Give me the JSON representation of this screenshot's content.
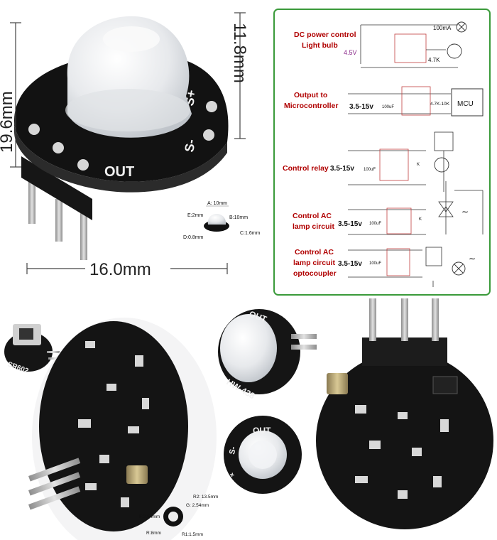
{
  "dimensions": {
    "height": "19.6mm",
    "lens_height": "11.8mm",
    "width": "16.0mm"
  },
  "board_silkscreen": {
    "out": "OUT",
    "plus": "+",
    "s_plus": "S+",
    "s_minus": "S-",
    "model": "HW-438",
    "sensor_model": "SR602"
  },
  "mini_dims_top": {
    "a": "A: 10mm",
    "b": "B:10mm",
    "c": "C:1.6mm",
    "d": "D:0.8mm",
    "e": "E:2mm"
  },
  "mini_dims_bottom": {
    "r2": "R2: 13.5mm",
    "g": "G: 2.54mm",
    "f": "F:2.54mm",
    "r": "R:8mm",
    "r1": "R1:1.5mm"
  },
  "circuits": [
    {
      "title_lines": [
        "DC power control",
        "Light bulb"
      ],
      "voltage": "4.5V",
      "extra": [
        "100mA",
        "4.7K"
      ]
    },
    {
      "title_lines": [
        "Output to",
        "Microcontroller"
      ],
      "voltage": "3.5-15v",
      "extra": [
        "100uF",
        "4.7K-10K",
        "MCU"
      ]
    },
    {
      "title_lines": [
        "Control relay"
      ],
      "voltage": "3.5-15v",
      "extra": [
        "100uF",
        "K"
      ]
    },
    {
      "title_lines": [
        "Control AC",
        "lamp circuit"
      ],
      "voltage": "3.5-15v",
      "extra": [
        "100uF",
        "K"
      ]
    },
    {
      "title_lines": [
        "Control AC",
        "lamp circuit",
        "optocoupler"
      ],
      "voltage": "3.5-15v",
      "extra": [
        "100uF"
      ]
    }
  ],
  "colors": {
    "panel_border": "#3a9a3a",
    "label_red": "#b00000",
    "pcb_black": "#111111",
    "lens_white": "#ecedef",
    "pin_silver": "#b9b9b9"
  }
}
